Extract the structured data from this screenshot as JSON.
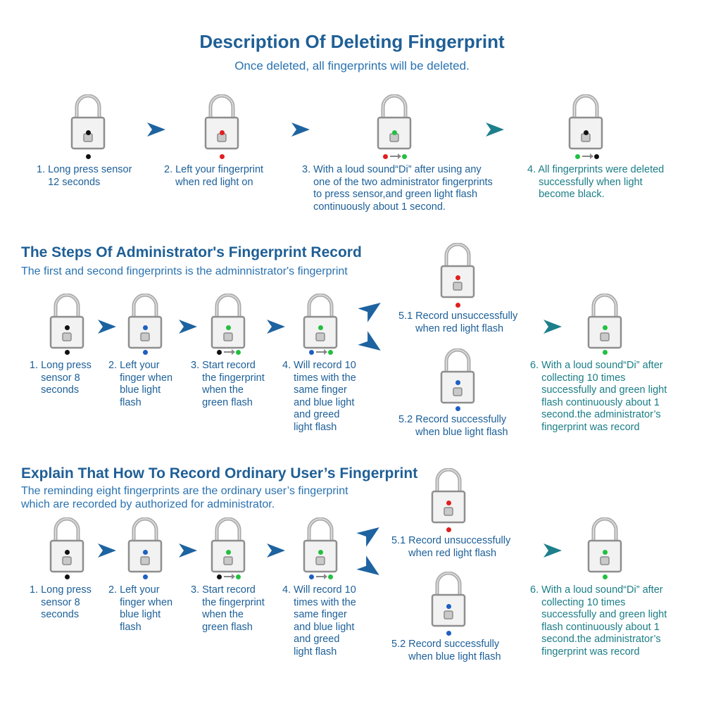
{
  "colors": {
    "heading": "#1f5f96",
    "caption": "#1c5f98",
    "teal": "#1a7d86",
    "arrow": "#1d63a0",
    "arrow_teal": "#1d7f8c",
    "black": "#111111",
    "red": "#e02020",
    "green": "#22c040",
    "blue": "#1d5fc4"
  },
  "delete": {
    "title": "Description Of Deleting Fingerprint",
    "subtitle": "Once deleted, all fingerprints will be deleted.",
    "steps": [
      {
        "text": "1. Long press sensor\n    12 seconds",
        "light": "black"
      },
      {
        "text": "2. Left your fingerprint\n    when red light on",
        "light": "red"
      },
      {
        "text": "3. With a loud sound“Di” after using any\n    one of the two administrator fingerprints\n    to press sensor,and green light flash\n    continuously about 1 second.",
        "light": "green"
      },
      {
        "text": "4. All fingerprints were deleted\n    successfully when light\n    become black.",
        "light": "black"
      }
    ]
  },
  "admin": {
    "title": "The Steps Of Administrator's Fingerprint Record",
    "subtitle": "The first and second fingerprints is the adminnistrator's fingerprint",
    "steps": [
      {
        "text": "1. Long press\n    sensor 8\n    seconds"
      },
      {
        "text": "2. Left your\n    finger when\n    blue light\n    flash"
      },
      {
        "text": "3. Start record\n    the fingerprint\n    when the\n    green flash"
      },
      {
        "text": "4. Will record 10\n    times with the\n    same finger\n    and blue light\n    and greed\n    light flash"
      },
      {
        "text": "5.1 Record unsuccessfully\n      when red light flash"
      },
      {
        "text": "5.2 Record successfully\n      when blue light flash"
      },
      {
        "text": "6. With a loud sound“Di” after\n    collecting 10 times\n    successfully and green light\n    flash continuously about 1\n    second.the administrator’s\n    fingerprint was record"
      }
    ]
  },
  "user": {
    "title": "Explain That How To Record Ordinary User’s Fingerprint",
    "subtitle_line1": "The reminding eight fingerprints are the ordinary user’s fingerprint",
    "subtitle_line2": "which are recorded by authorized for administrator.",
    "steps": [
      {
        "text": "1. Long press\n    sensor 8\n    seconds"
      },
      {
        "text": "2. Left your\n    finger when\n    blue light\n    flash"
      },
      {
        "text": "3. Start record\n    the fingerprint\n    when the\n    green flash"
      },
      {
        "text": "4. Will record 10\n    times with the\n    same finger\n    and blue light\n    and greed\n    light flash"
      },
      {
        "text": "5.1 Record unsuccessfully\n      when red light flash"
      },
      {
        "text": "5.2 Record successfully\n      when blue light flash"
      },
      {
        "text": "6. With a loud sound“Di” after\n    collecting 10 times\n    successfully and green light\n    flash continuously about 1\n    second.the administrator’s\n    fingerprint was record"
      }
    ]
  }
}
